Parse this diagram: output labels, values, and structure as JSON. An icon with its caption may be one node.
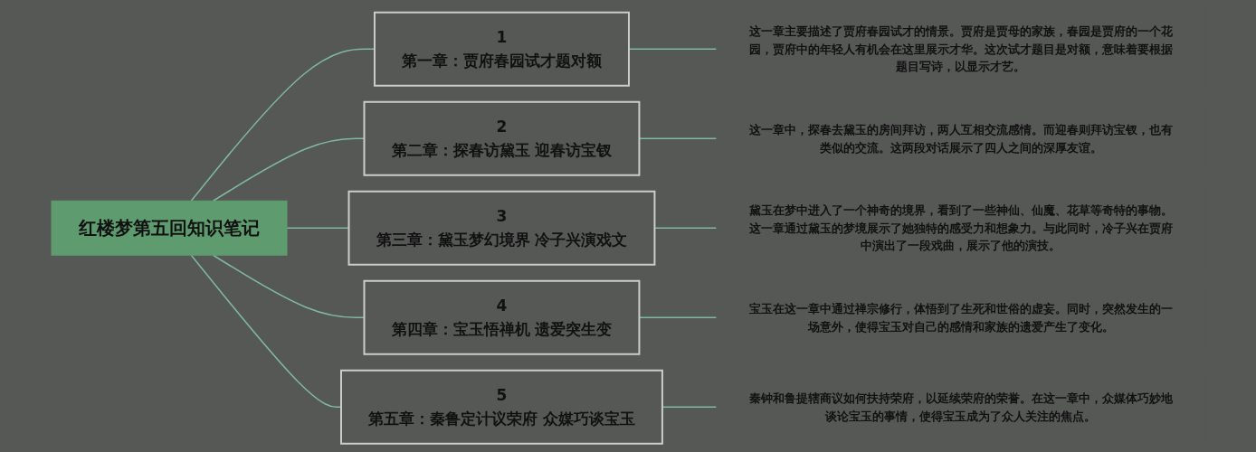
{
  "diagram": {
    "nodes": [
      {
        "text": [
          "红楼梦第五回知识笔记"
        ]
      },
      {
        "text": [
          "1",
          "第一章：贾府春园试才题对额"
        ]
      },
      {
        "text": [
          "2",
          "第二章：探春访黛玉 迎春访宝钗"
        ]
      },
      {
        "text": [
          "3",
          "第三章：黛玉梦幻境界 冷子兴演戏文"
        ]
      },
      {
        "text": [
          "4",
          "第四章：宝玉悟禅机 遗爱突生变"
        ]
      },
      {
        "text": [
          "5",
          "第五章：秦鲁定计议荣府 众媒巧谈宝玉"
        ]
      },
      {
        "text": [
          "这一章主要描述了贾府春园试才的情景。贾府是贾母的家族，春园是贾府的一个花园，贾府中的年轻人有机会在这里展示才华。这次试才题目是对额，意味着要根据题目写诗，以显示才艺。"
        ]
      },
      {
        "text": [
          "这一章中，探春去黛玉的房间拜访，两人互相交流感情。而迎春则拜访宝钗，也有类似的交流。这两段对话展示了四人之间的深厚友谊。"
        ]
      },
      {
        "text": [
          "黛玉在梦中进入了一个神奇的境界，看到了一些神仙、仙魔、花草等奇特的事物。这一章通过黛玉的梦境展示了她独特的感受力和想象力。与此同时，冷子兴在贾府中演出了一段戏曲，展示了他的演技。"
        ]
      },
      {
        "text": [
          "宝玉在这一章中通过禅宗修行，体悟到了生死和世俗的虚妄。同时，突然发生的一场意外，使得宝玉对自己的感情和家族的遗爱产生了变化。"
        ]
      },
      {
        "text": [
          "秦钟和鲁提辖商议如何扶持荣府，以延续荣府的荣誉。在这一章中，众媒体巧妙地谈论宝玉的事情，使得宝玉成为了众人关注的焦点。"
        ]
      }
    ],
    "edges": [
      {
        "from": 0,
        "to": 1,
        "arrow": "none"
      },
      {
        "from": 0,
        "to": 2,
        "arrow": "none"
      },
      {
        "from": 0,
        "to": 3,
        "arrow": "none"
      },
      {
        "from": 0,
        "to": 4,
        "arrow": "none"
      },
      {
        "from": 0,
        "to": 5,
        "arrow": "none"
      },
      {
        "from": 1,
        "to": 6,
        "arrow": "none"
      },
      {
        "from": 2,
        "to": 7,
        "arrow": "none"
      },
      {
        "from": 3,
        "to": 8,
        "arrow": "none"
      },
      {
        "from": 4,
        "to": 9,
        "arrow": "none"
      },
      {
        "from": 5,
        "to": 10,
        "arrow": "none"
      }
    ]
  }
}
